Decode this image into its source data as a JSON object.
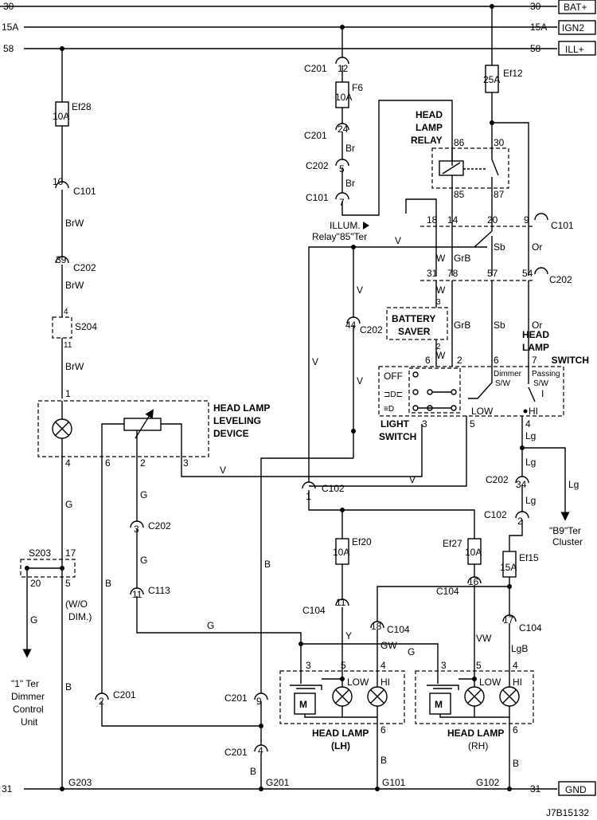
{
  "rails": {
    "bat": {
      "num": "30",
      "label": "BAT+"
    },
    "ign": {
      "num": "15A",
      "label": "IGN2"
    },
    "ill": {
      "num": "58",
      "label": "ILL+"
    },
    "gnd": {
      "num": "31",
      "label": "GND"
    }
  },
  "fuses": {
    "ef28": {
      "name": "Ef28",
      "rating": "10A"
    },
    "f6": {
      "name": "F6",
      "rating": "10A"
    },
    "ef12": {
      "name": "Ef12",
      "rating": "25A"
    },
    "ef20": {
      "name": "Ef20",
      "rating": "10A"
    },
    "ef27": {
      "name": "Ef27",
      "rating": "10A"
    },
    "ef15": {
      "name": "Ef15",
      "rating": "15A"
    }
  },
  "connectors": {
    "c201": "C201",
    "c202": "C202",
    "c101": "C101",
    "c102": "C102",
    "c104": "C104",
    "c113": "C113",
    "s204": "S204",
    "s203": "S203"
  },
  "pins": {
    "p12": "12",
    "p24": "24",
    "p5": "5",
    "p7": "7",
    "p10": "10",
    "p39": "39",
    "p4": "4",
    "p11": "11",
    "p1": "1",
    "p2": "2",
    "p3": "3",
    "p6": "6",
    "p17": "17",
    "p20": "20",
    "p9": "9",
    "p18": "18",
    "p14": "14",
    "p31": "31",
    "p78": "78",
    "p57": "57",
    "p54": "54",
    "p44": "44",
    "p34": "34",
    "p16": "16",
    "p85": "85",
    "p86": "86",
    "p87": "87",
    "p30": "30"
  },
  "wires": {
    "br": "Br",
    "brw": "BrW",
    "g": "G",
    "b": "B",
    "v": "V",
    "w": "W",
    "grb": "GrB",
    "sb": "Sb",
    "or": "Or",
    "lg": "Lg",
    "y": "Y",
    "gw": "GW",
    "vw": "VW",
    "lgb": "LgB"
  },
  "labels": {
    "relay1": "HEAD",
    "relay2": "LAMP",
    "relay3": "RELAY",
    "illum1": "ILLUM.",
    "illum2": "Relay\"85\"Ter",
    "saver1": "BATTERY",
    "saver2": "SAVER",
    "switch1": "HEAD",
    "switch2": "LAMP",
    "switch3": "SWITCH",
    "off": "OFF",
    "dimmer1": "Dimmer",
    "dimmer2": "S/W",
    "passing1": "Passing",
    "passing2": "S/W",
    "passing_i": "I",
    "low": "LOW",
    "hi": "HI",
    "light1": "LIGHT",
    "light2": "SWITCH",
    "level1": "HEAD LAMP",
    "level2": "LEVELING",
    "level3": "DEVICE",
    "wodim1": "(W/O",
    "wodim2": "DIM.)",
    "dimmer_unit1": "\"1\" Ter",
    "dimmer_unit2": "Dimmer",
    "dimmer_unit3": "Control",
    "dimmer_unit4": "Unit",
    "cluster1": "\"B9\"Ter",
    "cluster2": "Cluster",
    "hl_lh1": "HEAD LAMP",
    "hl_lh2": "(LH)",
    "hl_rh1": "HEAD LAMP",
    "hl_rh2": "(RH)",
    "motor": "M",
    "g203": "G203",
    "g201": "G201",
    "g101": "G101",
    "g102": "G102",
    "ref": "J7B15132"
  }
}
